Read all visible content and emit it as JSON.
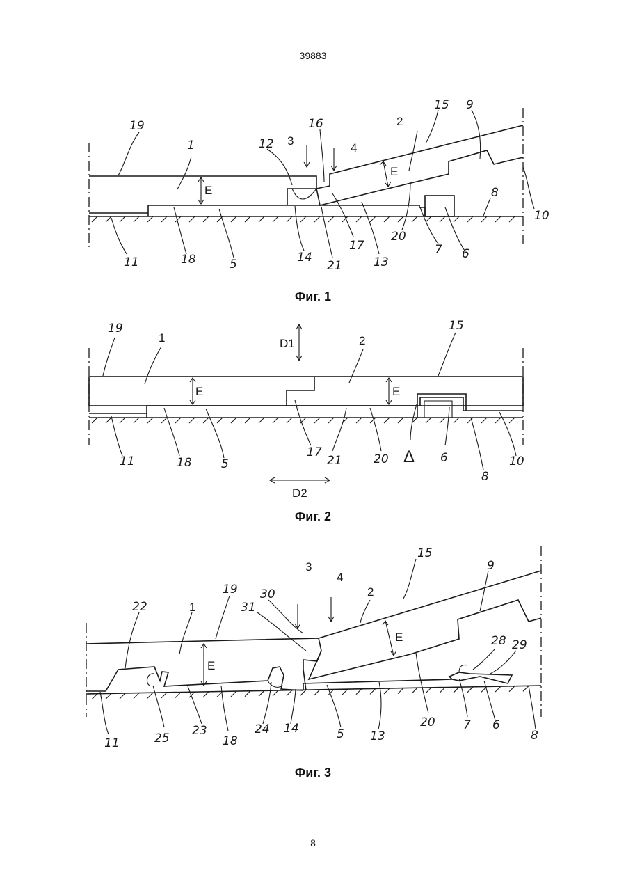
{
  "header": {
    "doc_number": "39883"
  },
  "footer": {
    "page_number": "8"
  },
  "figures": [
    {
      "caption": "Фиг. 1",
      "labels": {
        "l19": "19",
        "l1": "1",
        "l12": "12",
        "l3": "3",
        "l16": "16",
        "l4": "4",
        "l2": "2",
        "l15": "15",
        "l9": "9",
        "l8": "8",
        "l10": "10",
        "l11": "11",
        "l18": "18",
        "l5": "5",
        "l14": "14",
        "l21": "21",
        "l17": "17",
        "l13": "13",
        "l20": "20",
        "l7": "7",
        "l6": "6",
        "e1": "E",
        "e2": "E"
      }
    },
    {
      "caption": "Фиг. 2",
      "labels": {
        "l19": "19",
        "l1": "1",
        "d1": "D1",
        "l2": "2",
        "l15": "15",
        "e1": "E",
        "e2": "E",
        "l11": "11",
        "l18": "18",
        "l5": "5",
        "l17": "17",
        "l21": "21",
        "l20": "20",
        "delta": "Δ",
        "l6": "6",
        "l8": "8",
        "l10": "10",
        "d2": "D2"
      }
    },
    {
      "caption": "Фиг. 3",
      "labels": {
        "l22": "22",
        "l1": "1",
        "l19": "19",
        "l30": "30",
        "l31": "31",
        "l3": "3",
        "l4": "4",
        "l2": "2",
        "l15": "15",
        "l9": "9",
        "l28": "28",
        "l29": "29",
        "e1": "E",
        "e2": "E",
        "l11": "11",
        "l25": "25",
        "l23": "23",
        "l18": "18",
        "l24": "24",
        "l14": "14",
        "l5": "5",
        "l13": "13",
        "l20": "20",
        "l7": "7",
        "l6": "6",
        "l8": "8"
      }
    }
  ]
}
